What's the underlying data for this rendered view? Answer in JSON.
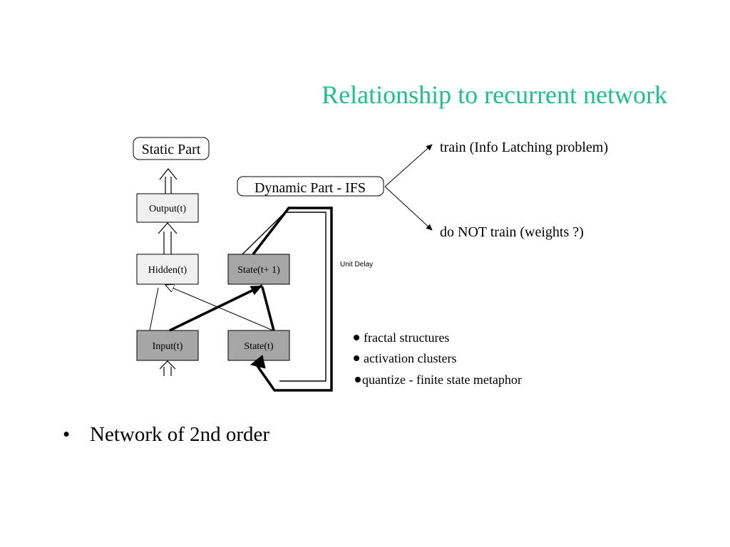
{
  "slide": {
    "title": "Relationship to recurrent network",
    "bullet": "Network of 2nd order"
  },
  "diagram": {
    "static_part": "Static Part",
    "dynamic_part": "Dynamic Part - IFS",
    "nodes": {
      "output": "Output(t)",
      "hidden": "Hidden(t)",
      "state_next": "State(t+ 1)",
      "input": "Input(t)",
      "state": "State(t)"
    },
    "unit_delay": "Unit Delay",
    "train": "train (Info Latching problem)",
    "not_train": "do  NOT train  (weights ?)",
    "notes": [
      "fractal structures",
      "activation clusters",
      "quantize - finite state metaphor"
    ]
  },
  "colors": {
    "title": "#1fbf8a",
    "light_node": "#f0f0f0",
    "dark_node": "#a6a6a6"
  }
}
